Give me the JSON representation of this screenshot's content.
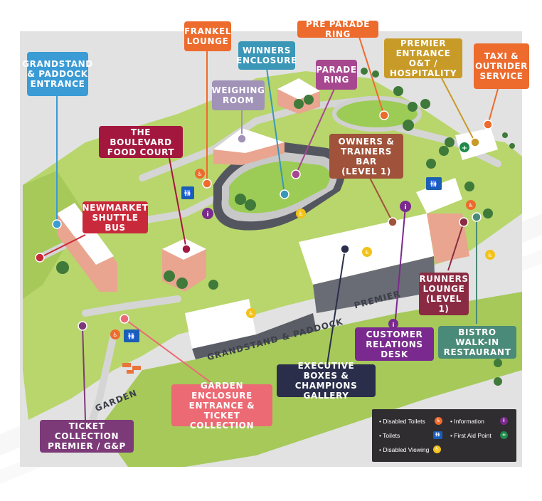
{
  "colors": {
    "grass": "#b8d66c",
    "grass_dark": "#8fbe4e",
    "path": "#d8d8d8",
    "building_wall": "#e9a58f",
    "building_roof": "#ffffff",
    "tree": "#3f7a3a",
    "track": "#5a5c66",
    "legend_bg": "#2f2d30"
  },
  "callouts": [
    {
      "id": "grandstand-paddock-entrance",
      "label": "GRANDSTAND\n& PADDOCK\nENTRANCE",
      "color": "#3a9bd5"
    },
    {
      "id": "frankel-lounge",
      "label": "FRANKEL\nLOUNGE",
      "color": "#ec6b2d"
    },
    {
      "id": "winners-enclosure",
      "label": "WINNERS\nENCLOSURE",
      "color": "#3a97b8"
    },
    {
      "id": "pre-parade-ring",
      "label": "PRE PARADE RING",
      "color": "#ec6b2d"
    },
    {
      "id": "premier-entrance",
      "label": "PREMIER\nENTRANCE O&T /\nHOSPITALITY",
      "color": "#c89b28"
    },
    {
      "id": "taxi-outrider",
      "label": "TAXI &\nOUTRIDER\nSERVICE",
      "color": "#ec6b2d"
    },
    {
      "id": "weighing-room",
      "label": "WEIGHING\nROOM",
      "color": "#a192b8"
    },
    {
      "id": "parade-ring",
      "label": "PARADE\nRING",
      "color": "#a6478f"
    },
    {
      "id": "boulevard-food-court",
      "label": "THE BOULEVARD\nFOOD COURT",
      "color": "#a3173f"
    },
    {
      "id": "owners-trainers-bar",
      "label": "OWNERS &\nTRAINERS BAR\n(LEVEL 1)",
      "color": "#a0523a"
    },
    {
      "id": "newmarket-shuttle-bus",
      "label": "NEWMARKET\nSHUTTLE BUS",
      "color": "#c92a3b"
    },
    {
      "id": "runners-lounge",
      "label": "RUNNERS\nLOUNGE\n(LEVEL 1)",
      "color": "#8b2b43"
    },
    {
      "id": "customer-relations-desk",
      "label": "CUSTOMER\nRELATIONS DESK",
      "color": "#7a2a8e"
    },
    {
      "id": "bistro-walk-in",
      "label": "BISTRO WALK-IN\nRESTAURANT",
      "color": "#4a8a78"
    },
    {
      "id": "executive-boxes",
      "label": "EXECUTIVE BOXES &\nCHAMPIONS GALLERY",
      "color": "#2a2e4a"
    },
    {
      "id": "garden-enclosure",
      "label": "GARDEN ENCLOSURE\nENTRANCE &\nTICKET COLLECTION",
      "color": "#ec6a74"
    },
    {
      "id": "ticket-collection-premier",
      "label": "TICKET COLLECTION\nPREMIER / G&P",
      "color": "#7c3a78"
    }
  ],
  "road_labels": {
    "garden": "GARDEN",
    "grandstand_paddock": "GRANDSTAND & PADDOCK",
    "premier": "PREMIER"
  },
  "legend": {
    "disabled_toilets": "• Disabled Toilets",
    "toilets": "• Toilets",
    "disabled_viewing": "• Disabled Viewing",
    "information": "• Information",
    "first_aid": "• First Aid Point",
    "icon_names": {
      "disabled_toilets": "wheelchair-icon",
      "toilets": "toilets-icon",
      "disabled_viewing": "wheelchair-viewing-icon",
      "information": "info-icon",
      "first_aid": "first-aid-icon"
    }
  }
}
